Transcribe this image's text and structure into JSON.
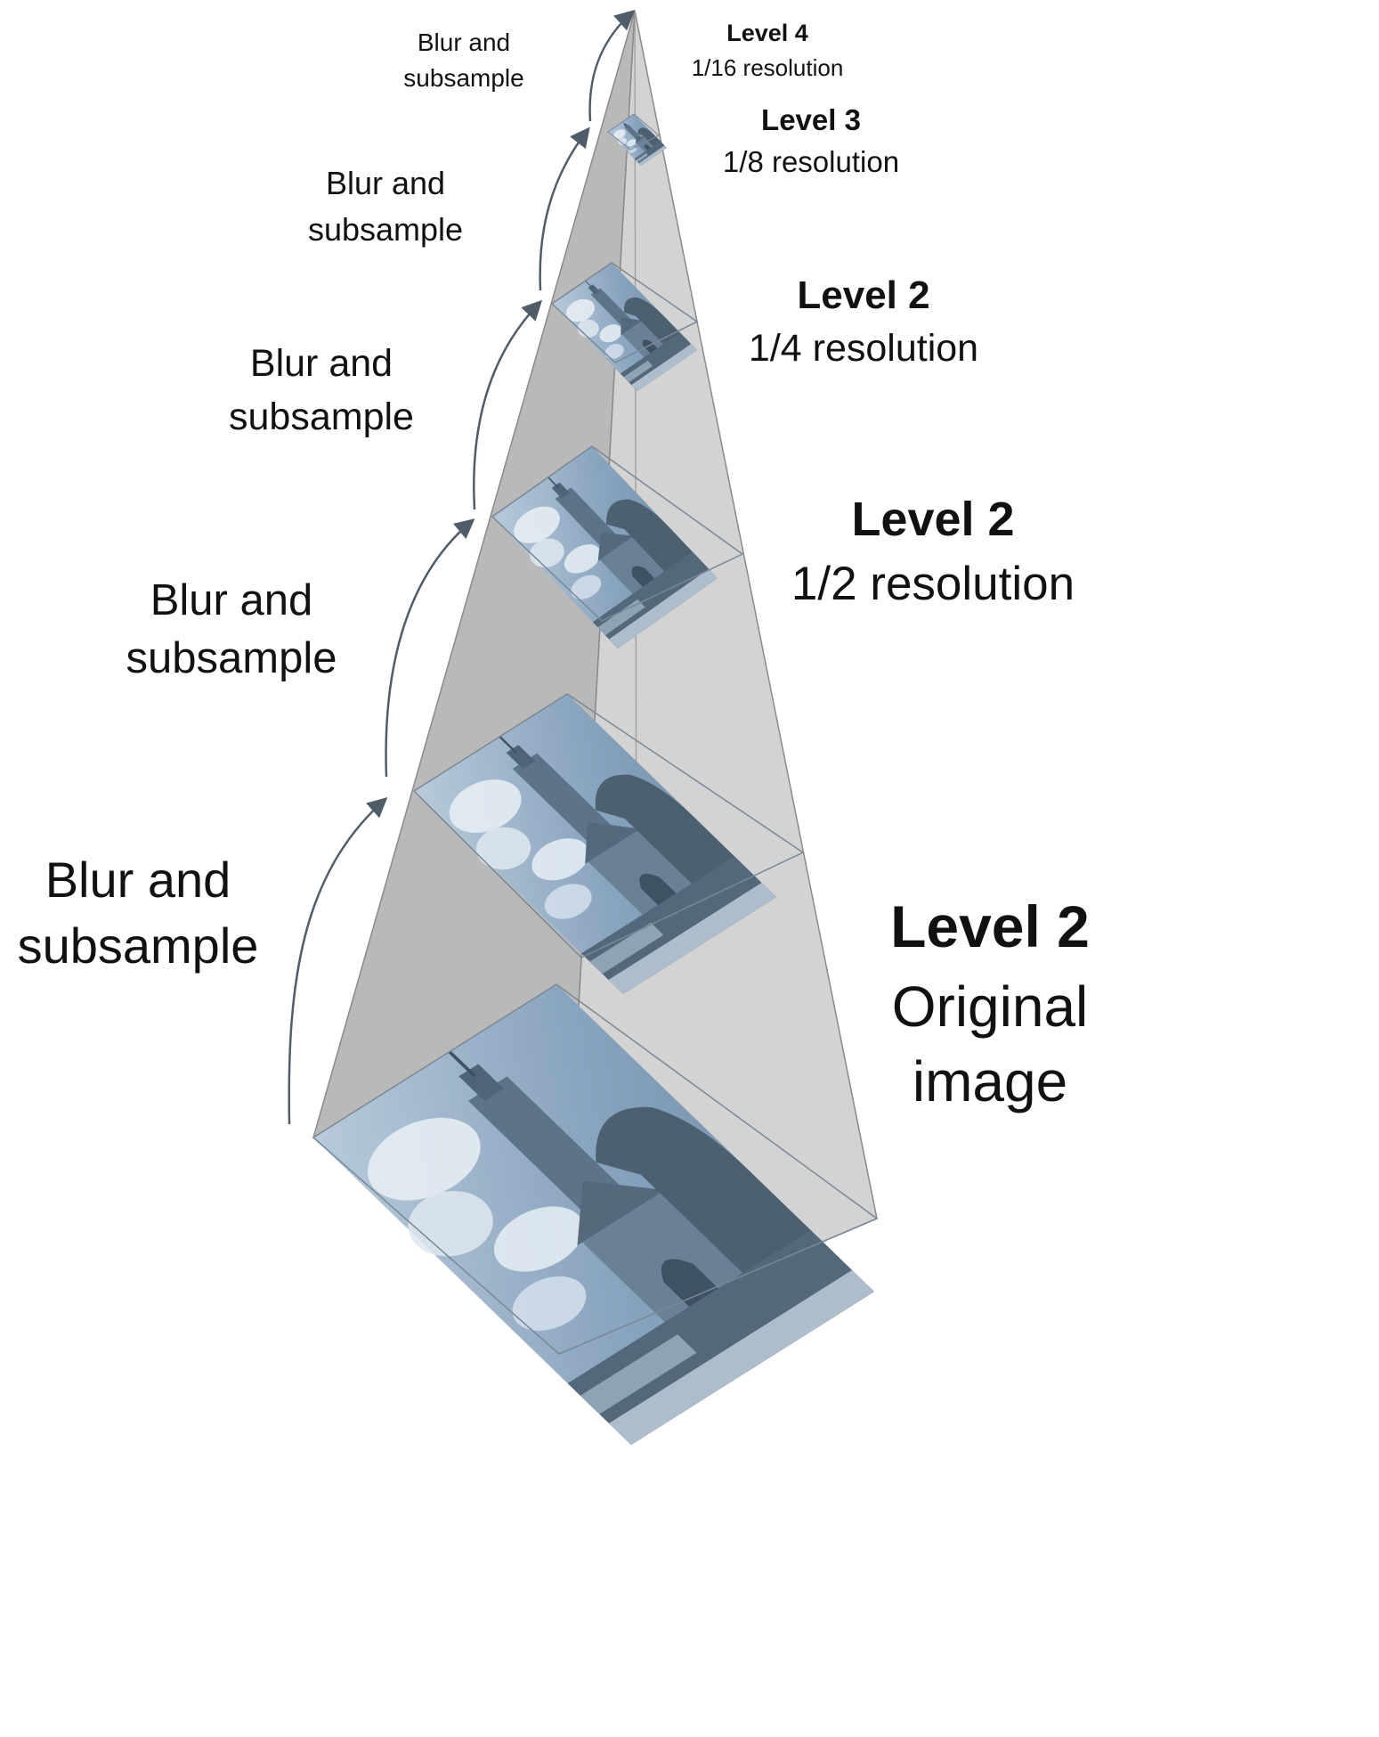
{
  "levels": [
    {
      "level_label": "Level 2",
      "resolution_label": "Original",
      "resolution_label_2": "image"
    },
    {
      "level_label": "Level 2",
      "resolution_label": "1/2 resolution"
    },
    {
      "level_label": "Level 2",
      "resolution_label": "1/4 resolution"
    },
    {
      "level_label": "Level 3",
      "resolution_label": "1/8 resolution"
    },
    {
      "level_label": "Level 4",
      "resolution_label": "1/16 resolution"
    }
  ],
  "steps": [
    {
      "line1": "Blur and",
      "line2": "subsample"
    },
    {
      "line1": "Blur and",
      "line2": "subsample"
    },
    {
      "line1": "Blur and",
      "line2": "subsample"
    },
    {
      "line1": "Blur and",
      "line2": "subsample"
    },
    {
      "line1": "Blur and",
      "line2": "subsample"
    }
  ],
  "colors": {
    "pyramid_left_face": "#b9b9b9",
    "pyramid_right_face": "#d0d0d0",
    "pyramid_edge": "#8a8a8a",
    "sky_light": "#d9e4ee",
    "sky_blue": "#7f9cb9",
    "building": "#5d7387",
    "building_dark": "#3f5262",
    "trees": "#4d6070",
    "arrow": "#4f5d6a",
    "text": "#111111"
  }
}
